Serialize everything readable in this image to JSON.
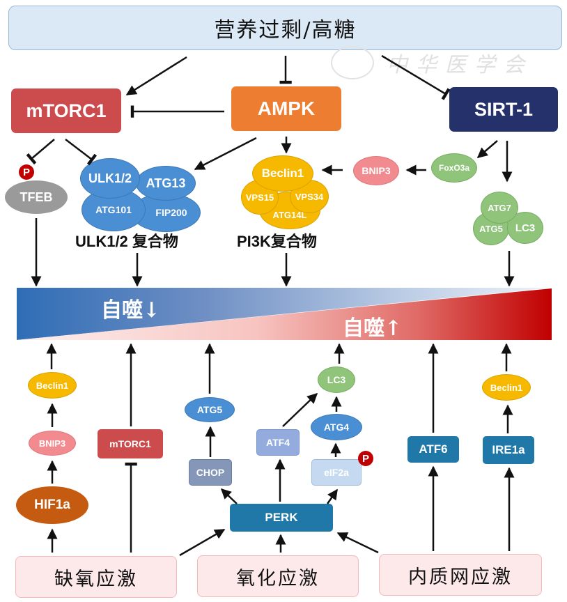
{
  "title": "营养过剩/高糖",
  "watermark": "中华医学会",
  "colors": {
    "mtorc1": "#cc4b4d",
    "ampk": "#ed7d31",
    "sirt1": "#24316a",
    "ulk": "#4a8fd4",
    "pi3k": "#f6b900",
    "green": "#8fc47a",
    "bnip3": "#f28b8f",
    "tfeb": "#9a9a9a",
    "perk": "#1f78a8",
    "chop": "#8497b8",
    "atf4": "#94acdd",
    "eif2a": "#c5daf1",
    "hif1a": "#c55a11",
    "stress_bg": "#fde9ea",
    "title_bg": "#dbe8f5",
    "phospho": "#c00000"
  },
  "top_nodes": {
    "mtorc1": "mTORC1",
    "ampk": "AMPK",
    "sirt1": "SIRT-1"
  },
  "phospho_label": "P",
  "tfeb": "TFEB",
  "ulk_complex": {
    "members": [
      "ULK1/2",
      "ATG13",
      "ATG101",
      "FIP200"
    ],
    "label": "ULK1/2 复合物"
  },
  "pi3k_complex": {
    "members": [
      "Beclin1",
      "VPS15",
      "VPS34",
      "ATG14L"
    ],
    "label": "PI3K复合物"
  },
  "sirt_path": {
    "foxo3a": "FoxO3a",
    "bnip3": "BNIP3",
    "complex": [
      "ATG7",
      "ATG5",
      "LC3"
    ]
  },
  "autophagy_bar": {
    "down_label": "自噬↓",
    "up_label": "自噬↑"
  },
  "bottom": {
    "hypoxia_path": [
      "Beclin1",
      "BNIP3",
      "HIF1a"
    ],
    "mtorc1": "mTORC1",
    "atg5": "ATG5",
    "chop": "CHOP",
    "atf4": "ATF4",
    "lc3": "LC3",
    "atg4": "ATG4",
    "eif2a": "eIF2a",
    "perk": "PERK",
    "atf6": "ATF6",
    "ire1a": "IRE1a",
    "beclin1_er": "Beclin1"
  },
  "stresses": [
    "缺氧应激",
    "氧化应激",
    "内质网应激"
  ]
}
